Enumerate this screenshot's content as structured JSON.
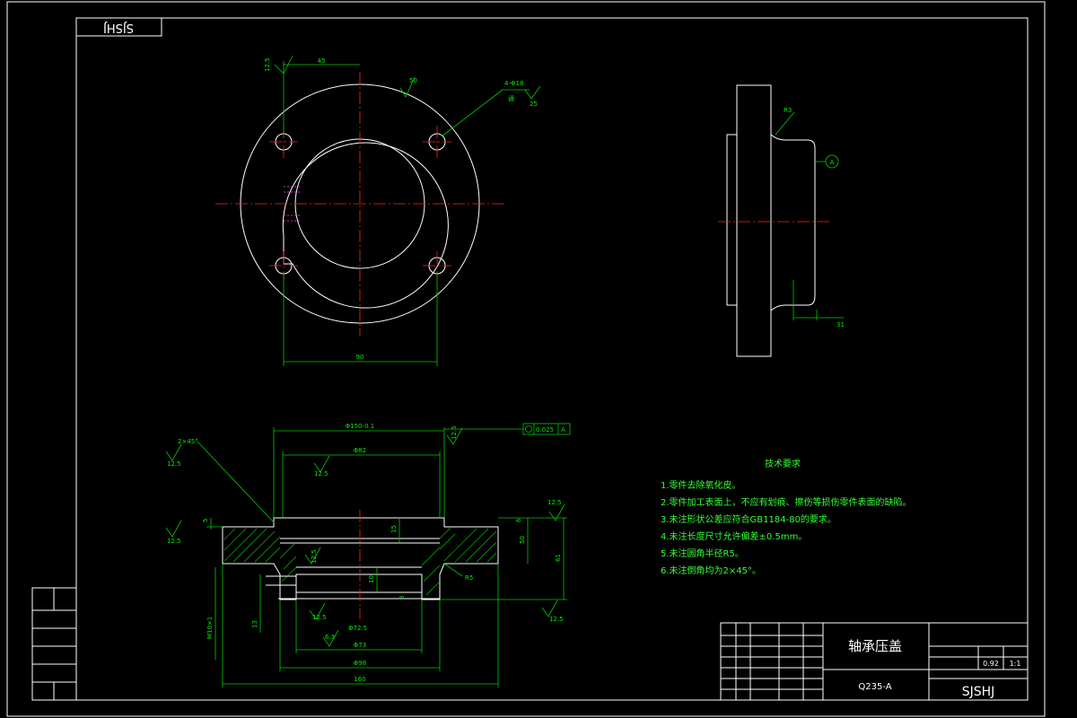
{
  "corner_tag": "SJSHJ",
  "top_view": {
    "dim_width": "45",
    "dim_hole_span": "90",
    "roughness_left": "12.5",
    "roughness_top": "50",
    "hole_callout_1": "4-Φ18",
    "hole_callout_2": "通",
    "roughness_hole": "25"
  },
  "side_view": {
    "radius_label": "R3",
    "datum_label": "A",
    "dim_step": "31"
  },
  "section_view": {
    "dim_top_dia": "Φ150-0.1",
    "dim_bore_dia": "Φ82",
    "dim_inner_dia": "Φ73",
    "dim_flange_dia": "Φ98",
    "dim_total": "160",
    "dim_small_dia": "Φ72.5",
    "chamfer": "2×45°",
    "dim_height": "61",
    "dim_50": "50",
    "dim_15": "15",
    "dim_10": "10",
    "dim_5": "5",
    "dim_3": "3",
    "dim_6": "6",
    "dim_13": "13",
    "dim_r5": "R5",
    "thread": "M10×1",
    "roughness": [
      "12.5",
      "12.5",
      "12.5",
      "12.5",
      "12.5",
      "6.3",
      "12.5",
      "12.5",
      "12.5"
    ],
    "tolerance_value": "0.025",
    "tolerance_datum": "A"
  },
  "notes": {
    "title": "技术要求",
    "items": [
      "1.零件去除氧化皮。",
      "2.零件加工表面上，不应有划痕、擦伤等损伤零件表面的缺陷。",
      "3.未注形状公差应符合GB1184-80的要求。",
      "4.未注长度尺寸允许偏差±0.5mm。",
      "5.未注圆角半径R5。",
      "6.未注倒角均为2×45°。"
    ]
  },
  "title_block": {
    "part_name": "轴承压盖",
    "material": "Q235-A",
    "code": "SJSHJ",
    "scale": "1:1",
    "weight": "0.92"
  }
}
